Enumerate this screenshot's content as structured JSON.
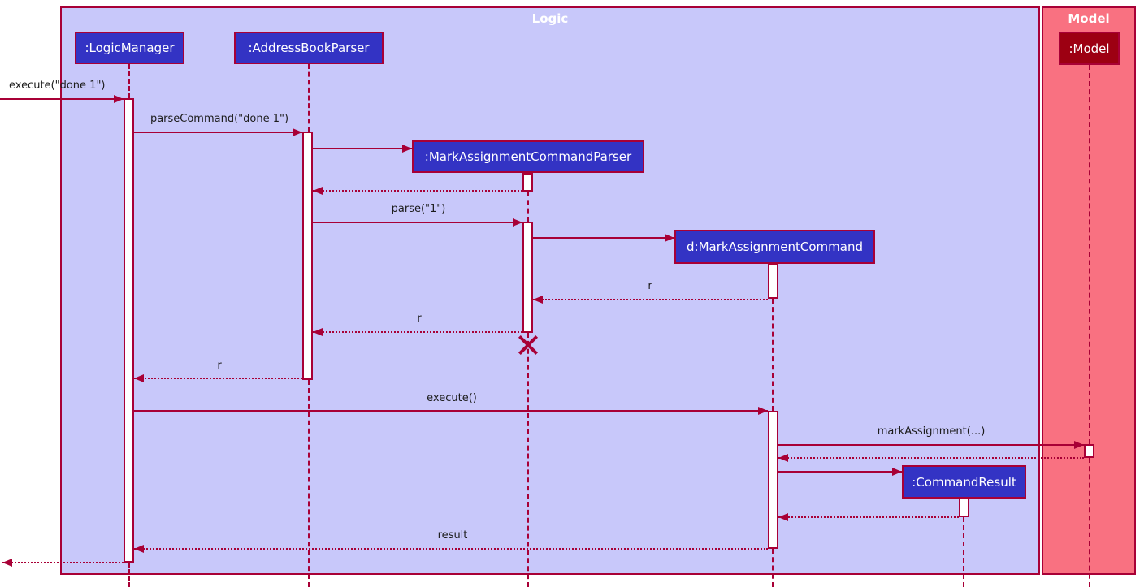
{
  "diagram": {
    "type": "uml-sequence-diagram",
    "frames": [
      {
        "title": "Logic",
        "fill": "#C8C8FA"
      },
      {
        "title": "Model",
        "fill": "#F97181"
      }
    ],
    "participants": [
      {
        "label": ":LogicManager",
        "fill": "#3333C4"
      },
      {
        "label": ":AddressBookParser",
        "fill": "#3333C4"
      },
      {
        "label": ":MarkAssignmentCommandParser",
        "fill": "#3333C4"
      },
      {
        "label": "d:MarkAssignmentCommand",
        "fill": "#3333C4"
      },
      {
        "label": ":CommandResult",
        "fill": "#3333C4"
      },
      {
        "label": ":Model",
        "fill": "#9D0012"
      }
    ],
    "messages": [
      {
        "label": "execute(\"done 1\")"
      },
      {
        "label": "parseCommand(\"done 1\")"
      },
      {
        "label": "parse(\"1\")"
      },
      {
        "label": "r"
      },
      {
        "label": "r"
      },
      {
        "label": "r"
      },
      {
        "label": "execute()"
      },
      {
        "label": "markAssignment(...)"
      },
      {
        "label": "result"
      }
    ],
    "colors": {
      "line": "#A80036",
      "logic_frame_fill": "#C8C8FA",
      "model_frame_fill": "#F97181",
      "logic_participant_fill": "#3333C4",
      "model_participant_fill": "#9D0012",
      "activation_fill": "#FFFFFF",
      "participant_text": "#FFFFFF",
      "message_text": "#1C1C1C",
      "frame_title_text": "#FFFFFF"
    }
  }
}
